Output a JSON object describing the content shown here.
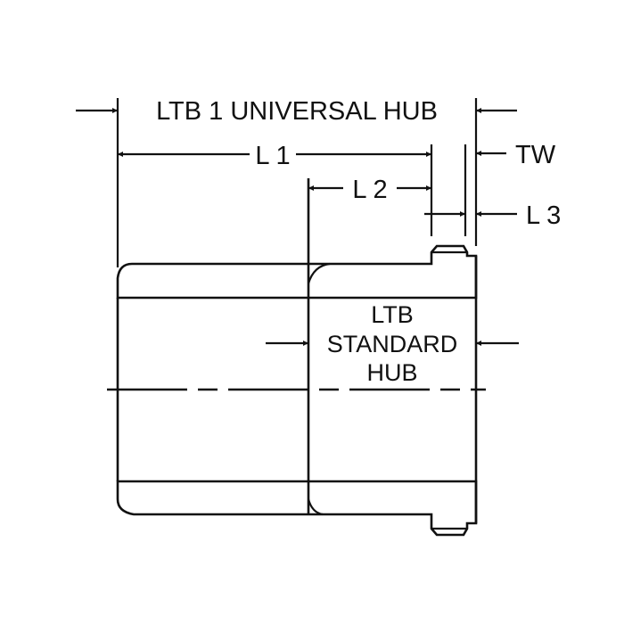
{
  "labels": {
    "universal_hub": "LTB 1 UNIVERSAL HUB",
    "l1": "L 1",
    "l2": "L 2",
    "l3": "L 3",
    "tw": "TW",
    "standard_hub_line1": "LTB",
    "standard_hub_line2": "STANDARD",
    "standard_hub_line3": "HUB"
  },
  "colors": {
    "line": "#111111",
    "background": "#ffffff"
  }
}
